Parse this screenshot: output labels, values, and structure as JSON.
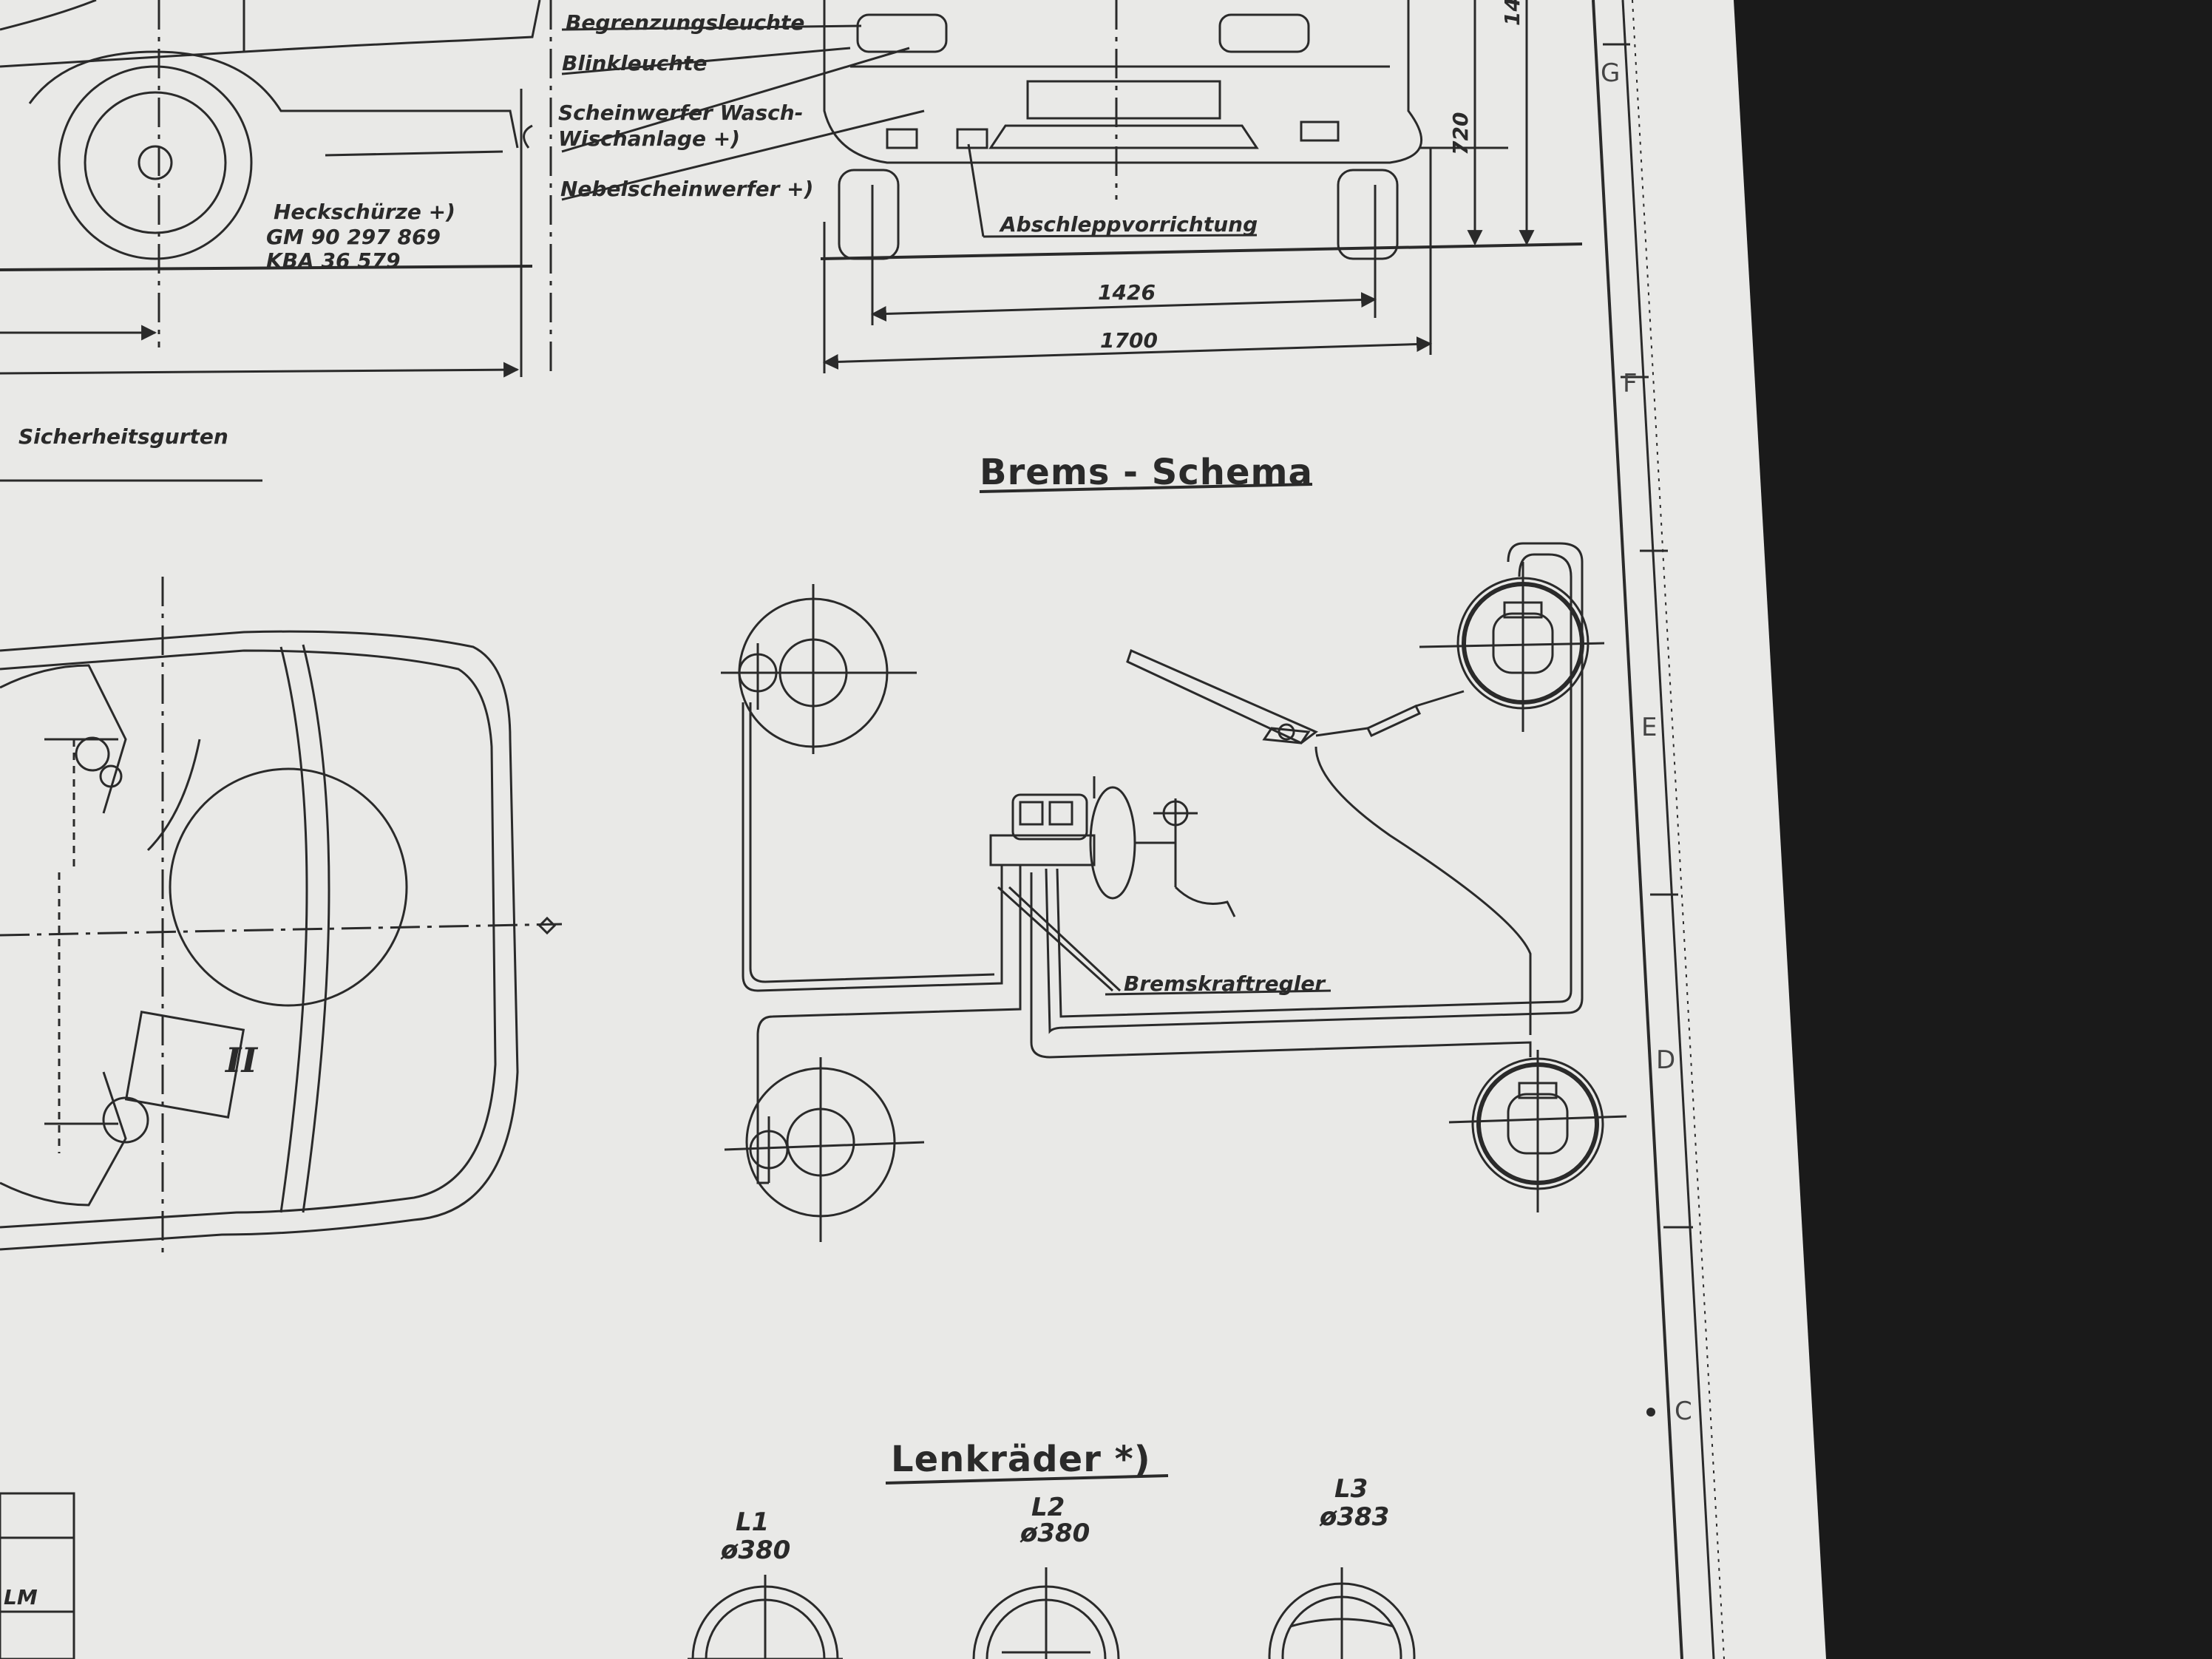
{
  "front_view": {
    "labels": {
      "begrenzungsleuchte": "Begrenzungsleuchte",
      "blinkleuchte": "Blinkleuchte",
      "scheinwerfer_1": "Scheinwerfer Wasch-",
      "scheinwerfer_2": "Wischanlage +)",
      "nebelscheinwerfer": "Nebelscheinwerfer +)",
      "abschlepp": "Abschleppvorrichtung"
    },
    "dimensions": {
      "height_720": "720",
      "height_partial": "14",
      "track": "1426",
      "width": "1700"
    }
  },
  "side_view": {
    "heckschurze": [
      "Heckschürze +)",
      "GM 90 297 869",
      "KBA 36 579"
    ],
    "sicherheitsgurten": "Sicherheitsgurten"
  },
  "top_view": {
    "roman_numeral": "II",
    "table_cell": "LM"
  },
  "brake_schema": {
    "title": "Brems - Schema",
    "regulator_label": "Bremskraftregler"
  },
  "steering_wheels": {
    "title": "Lenkräder *)",
    "items": [
      {
        "code": "L1",
        "diameter": "ø380"
      },
      {
        "code": "L2",
        "diameter": "ø380"
      },
      {
        "code": "L3",
        "diameter": "ø383"
      }
    ]
  },
  "grid_letters": [
    "G",
    "F",
    "E",
    "D",
    "C"
  ],
  "colors": {
    "paper": "#e9e9e7",
    "ink": "#2a2a2a",
    "background": "#1a1a1a"
  }
}
